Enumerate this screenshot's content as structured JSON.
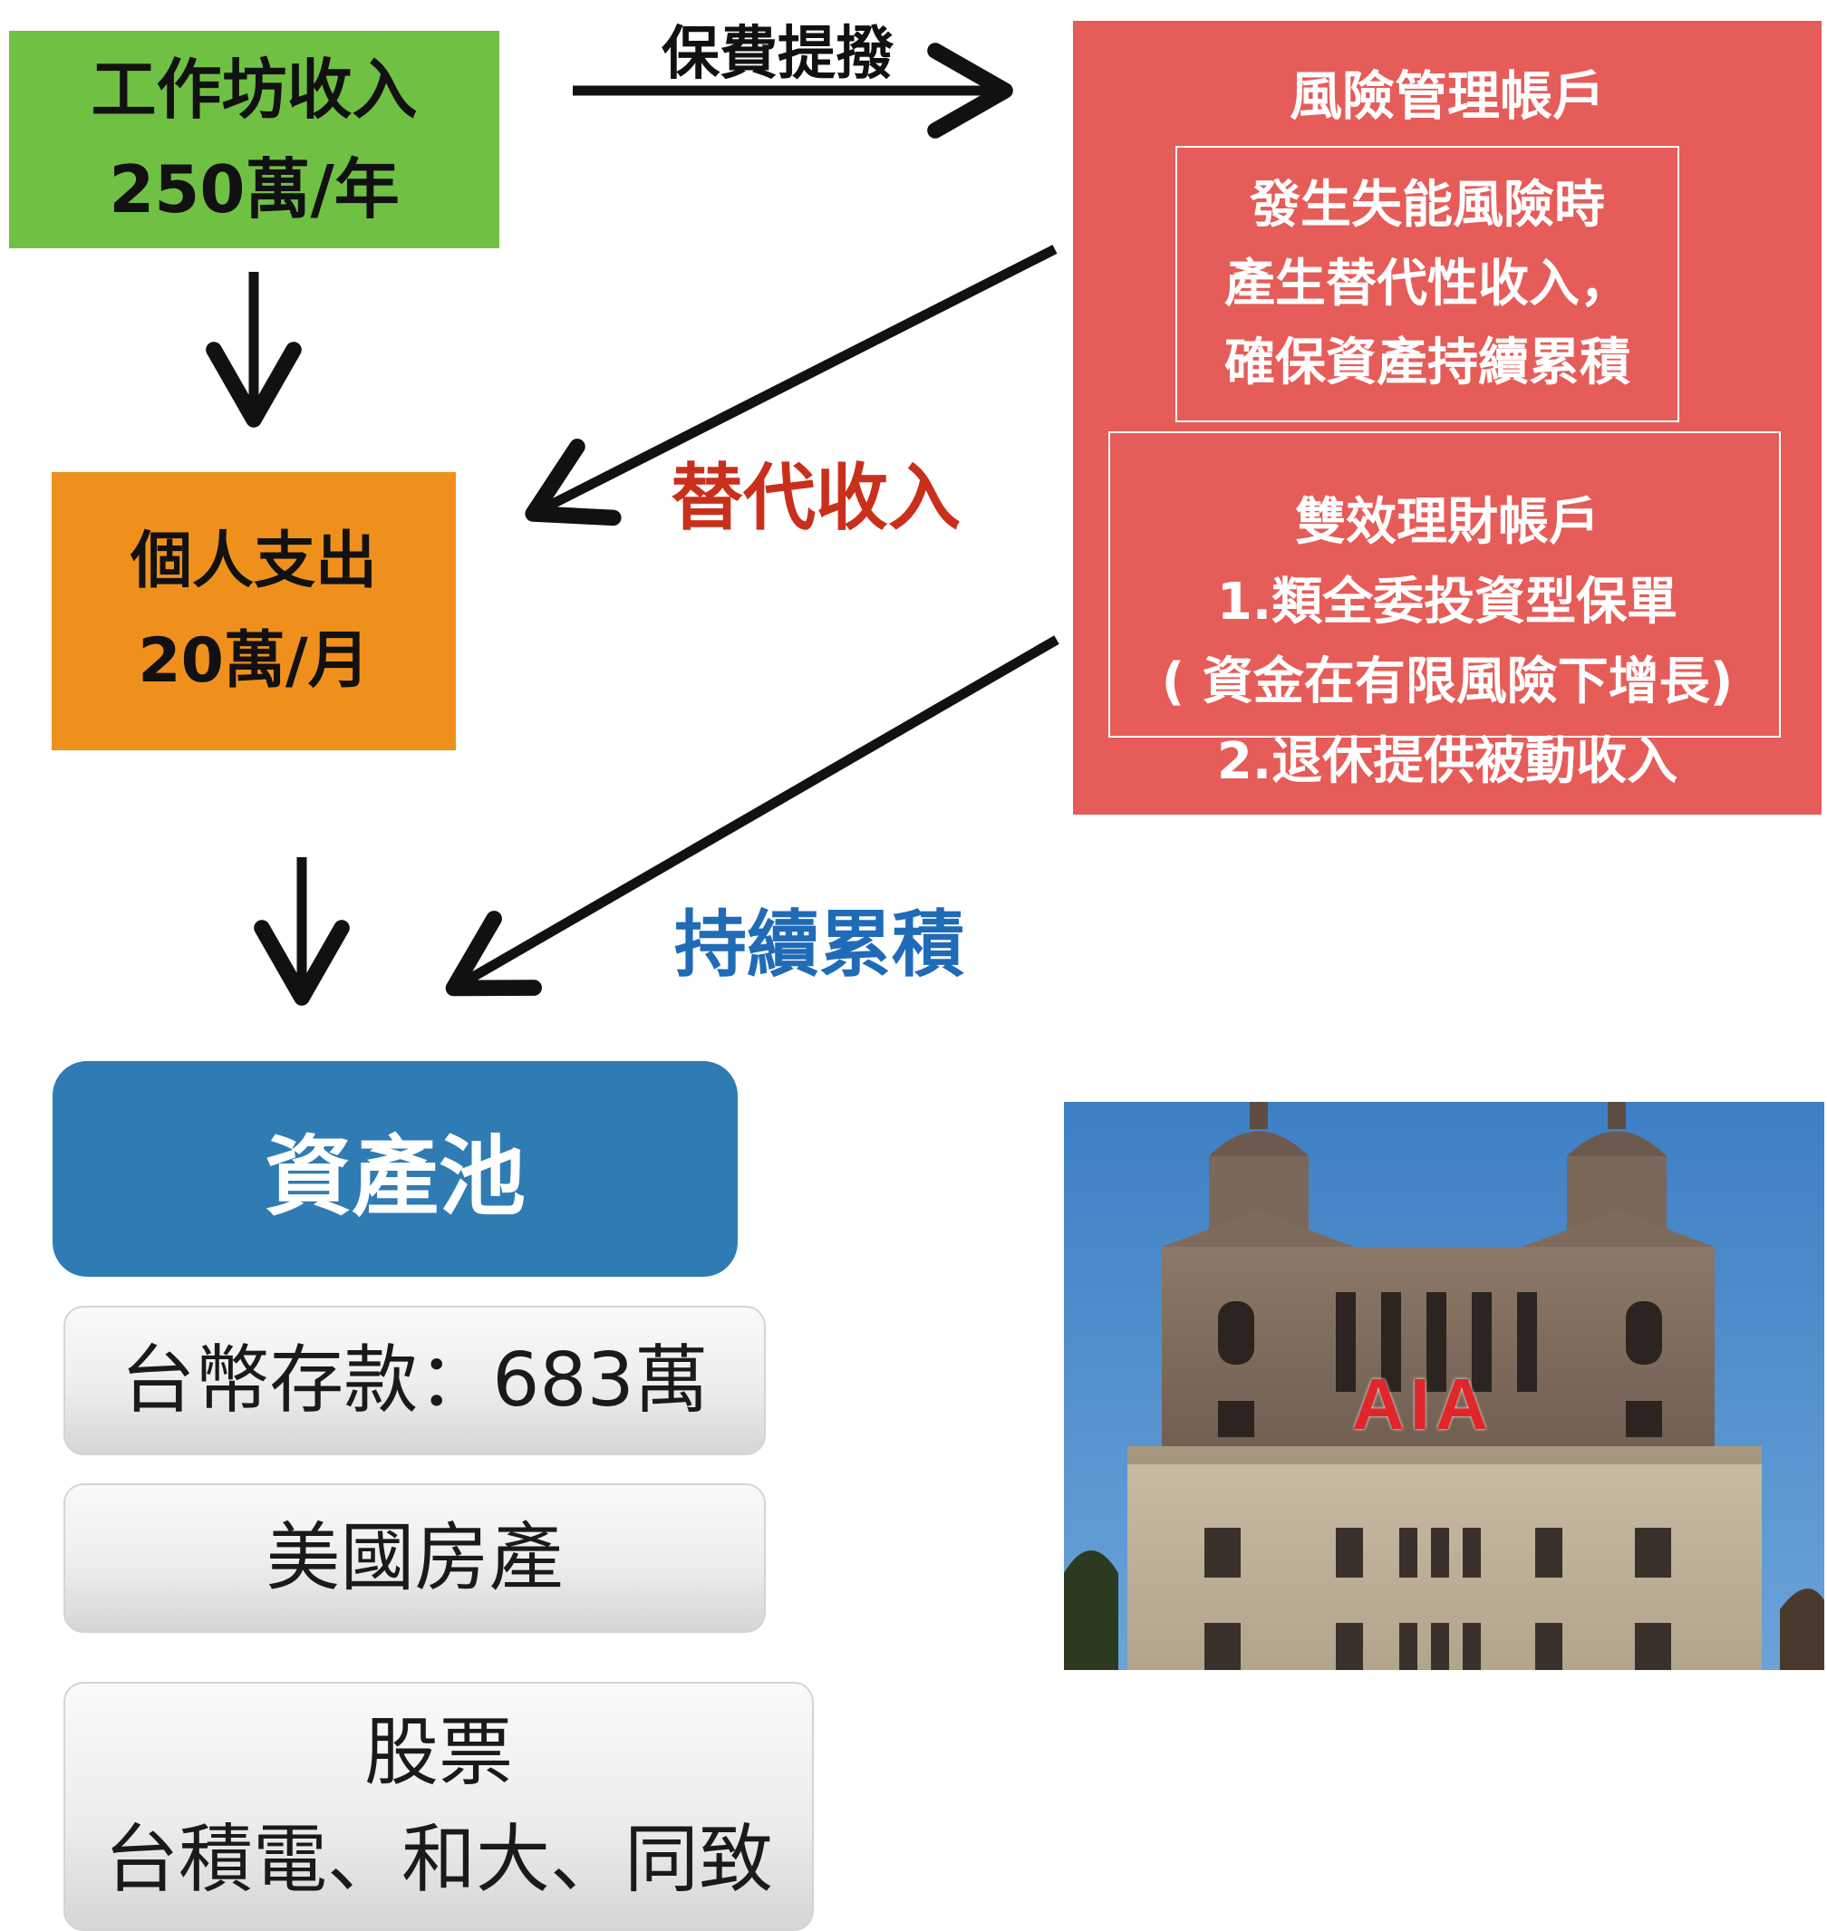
{
  "workshop_income": {
    "title": "工作坊收入",
    "amount": "250萬/年",
    "color": "#70c044"
  },
  "personal_expense": {
    "title": "個人支出",
    "amount": "20萬/月",
    "color": "#f0901c"
  },
  "risk_account": {
    "title": "風險管理帳戶",
    "inner_lines": [
      "發生失能風險時",
      "產生替代性收入，",
      "確保資產持續累積"
    ],
    "dual_account": {
      "lines": [
        "雙效理財帳戶",
        "1.類全委投資型保單",
        "( 資金在有限風險下增長)",
        "2.退休提供被動收入"
      ]
    },
    "color": "#e65c58"
  },
  "arrow_labels": {
    "premium": "保費提撥",
    "replacement_income": "替代收入",
    "continuous_accumulation": "持續累積"
  },
  "asset_pool": {
    "title": "資產池",
    "color": "#2f7cb4",
    "items": [
      {
        "lines": [
          "台幣存款：683萬"
        ]
      },
      {
        "lines": [
          "美國房產"
        ]
      },
      {
        "lines": [
          "股票",
          "台積電、和大、同致"
        ]
      }
    ]
  },
  "photo": {
    "sign_text": "AIA",
    "subject": "insurance company building"
  }
}
